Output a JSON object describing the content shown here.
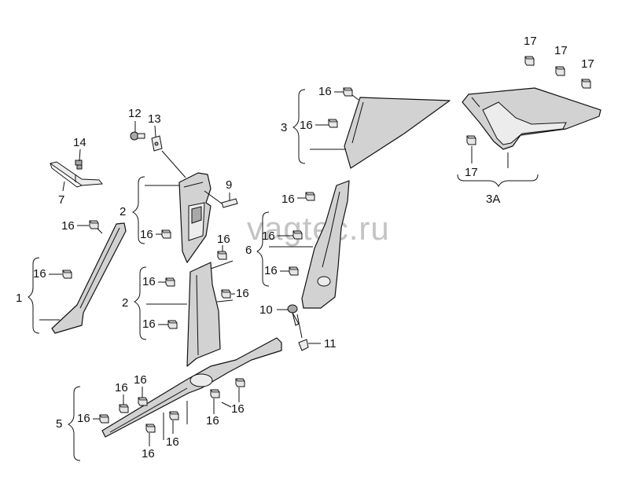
{
  "watermark": "vagtec.ru",
  "labels": {
    "l1": "1",
    "l2": "2",
    "l3": "3",
    "l3a": "3A",
    "l5": "5",
    "l6": "6",
    "l7": "7",
    "l9": "9",
    "l10": "10",
    "l11": "11",
    "l12": "12",
    "l13": "13",
    "l14": "14",
    "l16": "16",
    "l17": "17"
  }
}
